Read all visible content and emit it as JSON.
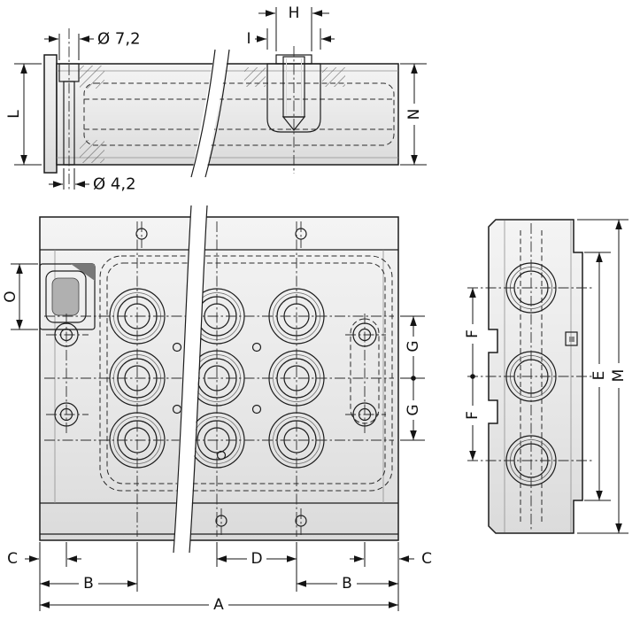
{
  "labels": {
    "dia_counterbore": "Ø 7,2",
    "dia_through": "Ø 4,2",
    "L": "L",
    "H": "H",
    "I": "I",
    "N": "N",
    "O": "O",
    "G": "G",
    "C": "C",
    "B": "B",
    "D": "D",
    "A": "A",
    "F": "F",
    "E": "E",
    "M": "M"
  },
  "colors": {
    "line": "#1c1c1c",
    "body_light": "#f2f2f2",
    "body_mid": "#d8d8d8",
    "port_ring": "#969696",
    "port_core": "#7d7d7d",
    "background": "#ffffff"
  }
}
